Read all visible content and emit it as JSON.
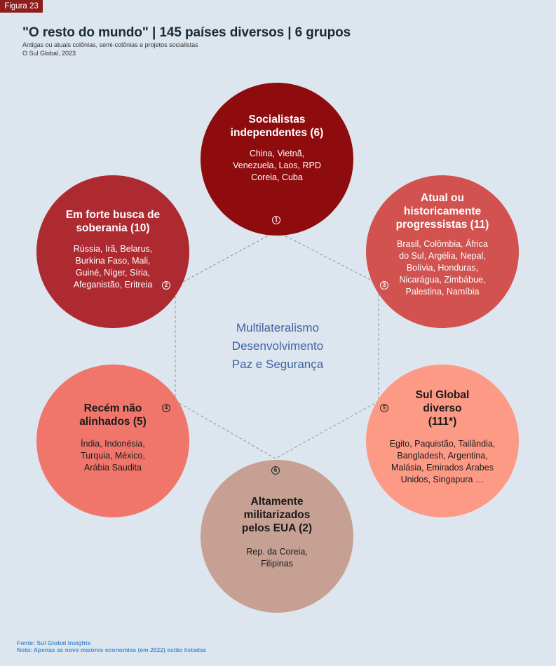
{
  "figure_label": "Figura 23",
  "header": {
    "title": "\"O resto do mundo\" | 145 países diversos | 6 grupos",
    "subtitle": "Antigas ou atuais colônias, semi-colônias e projetos socialistas",
    "subtitle2": "O Sul Global, 2023"
  },
  "center": {
    "line1": "Multilateralismo",
    "line2": "Desenvolvimento",
    "line3": "Paz e Segurança"
  },
  "groups": [
    {
      "num": "1",
      "title": "Socialistas independentes (6)",
      "countries": "China, Vietnã, Venezuela, Laos, RPD Coreia, Cuba",
      "color": "#8e0b0e"
    },
    {
      "num": "2",
      "title": "Em forte busca de soberania (10)",
      "countries": "Rússia, Irã, Belarus, Burkina Faso, Mali, Guiné, Níger, Síria, Afeganistão, Eritreia",
      "color": "#ad2a31"
    },
    {
      "num": "3",
      "title": "Atual ou historicamente progressistas (11)",
      "countries": "Brasil, Colômbia, África do Sul, Argélia, Nepal, Bolívia, Honduras, Nicarágua, Zimbábue, Palestina, Namíbia",
      "color": "#d1524f"
    },
    {
      "num": "4",
      "title": "Recém não alinhados (5)",
      "countries": "Índia, Indonésia, Turquia, México, Arábia Saudita",
      "color": "#f0766b"
    },
    {
      "num": "5",
      "title": "Sul Global diverso (111*)",
      "countries": "Egito, Paquistão, Tailândia, Bangladesh, Argentina, Malásia, Emirados Árabes Unidos, Singapura …",
      "color": "#fd9a86"
    },
    {
      "num": "6",
      "title": "Altamente militarizados pelos EUA (2)",
      "countries": "Rep. da Coreia, Filipinas",
      "color": "#c6a193"
    }
  ],
  "footer": {
    "source": "Fonte: Sul Global Insights",
    "note": "Nota: Apenas as nove maiores economias (em 2022) estão listadas"
  }
}
